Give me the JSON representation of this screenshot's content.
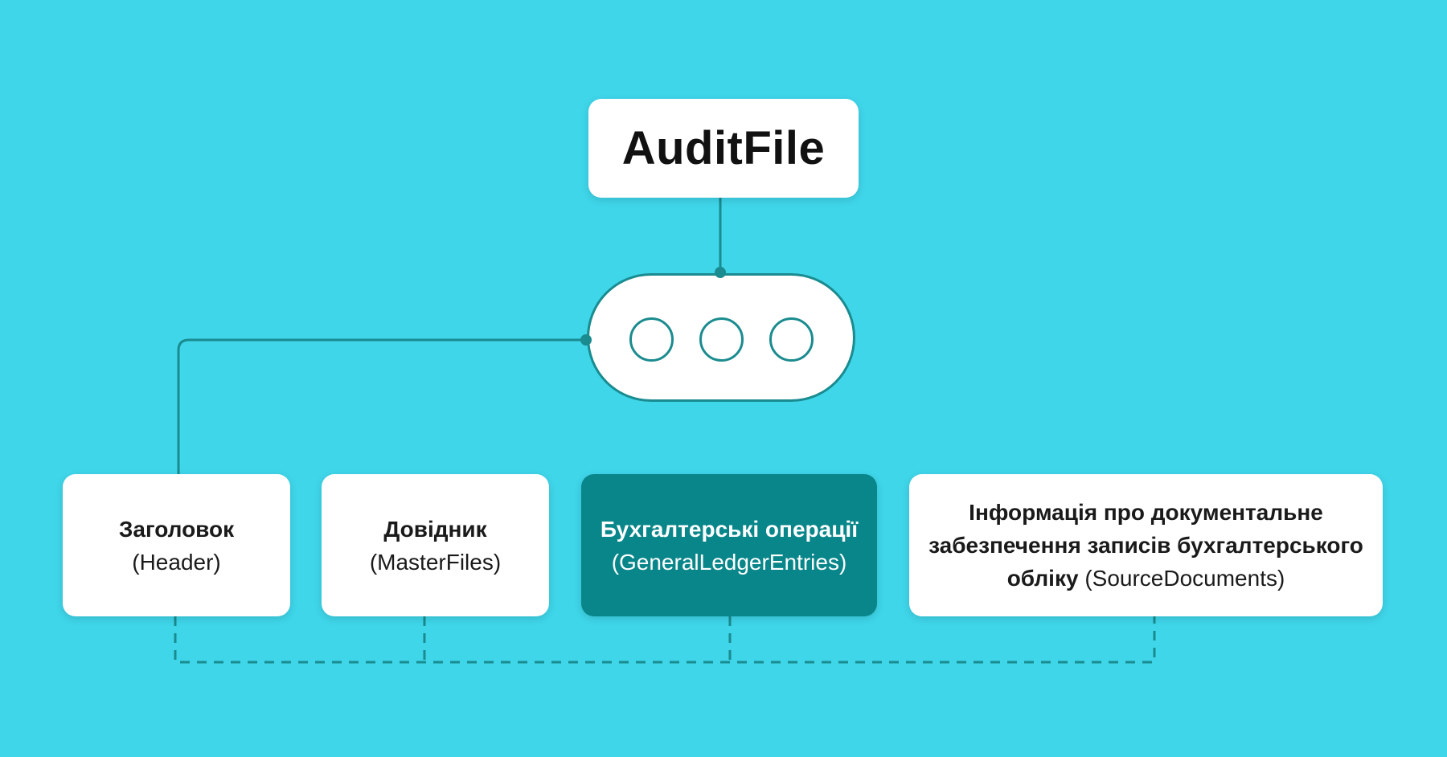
{
  "colors": {
    "background": "#3fd6ea",
    "accent": "#1a8b8f",
    "highlight": "#08868a",
    "card": "#ffffff"
  },
  "root": {
    "title": "AuditFile"
  },
  "sequence": {
    "icon": "sequence-compositor-icon",
    "items": 3
  },
  "children": [
    {
      "title": "Заголовок",
      "subtitle": "(Header)"
    },
    {
      "title": "Довідник",
      "subtitle": "(MasterFiles)"
    },
    {
      "title": "Бухгалтерські операції",
      "subtitle": "(GeneralLedgerEntries)"
    },
    {
      "title_line1": "Інформація про документальне",
      "title_line2": "забезпечення записів бухгалтерського",
      "title_line3": "обліку",
      "subtitle": "(SourceDocuments)"
    }
  ]
}
